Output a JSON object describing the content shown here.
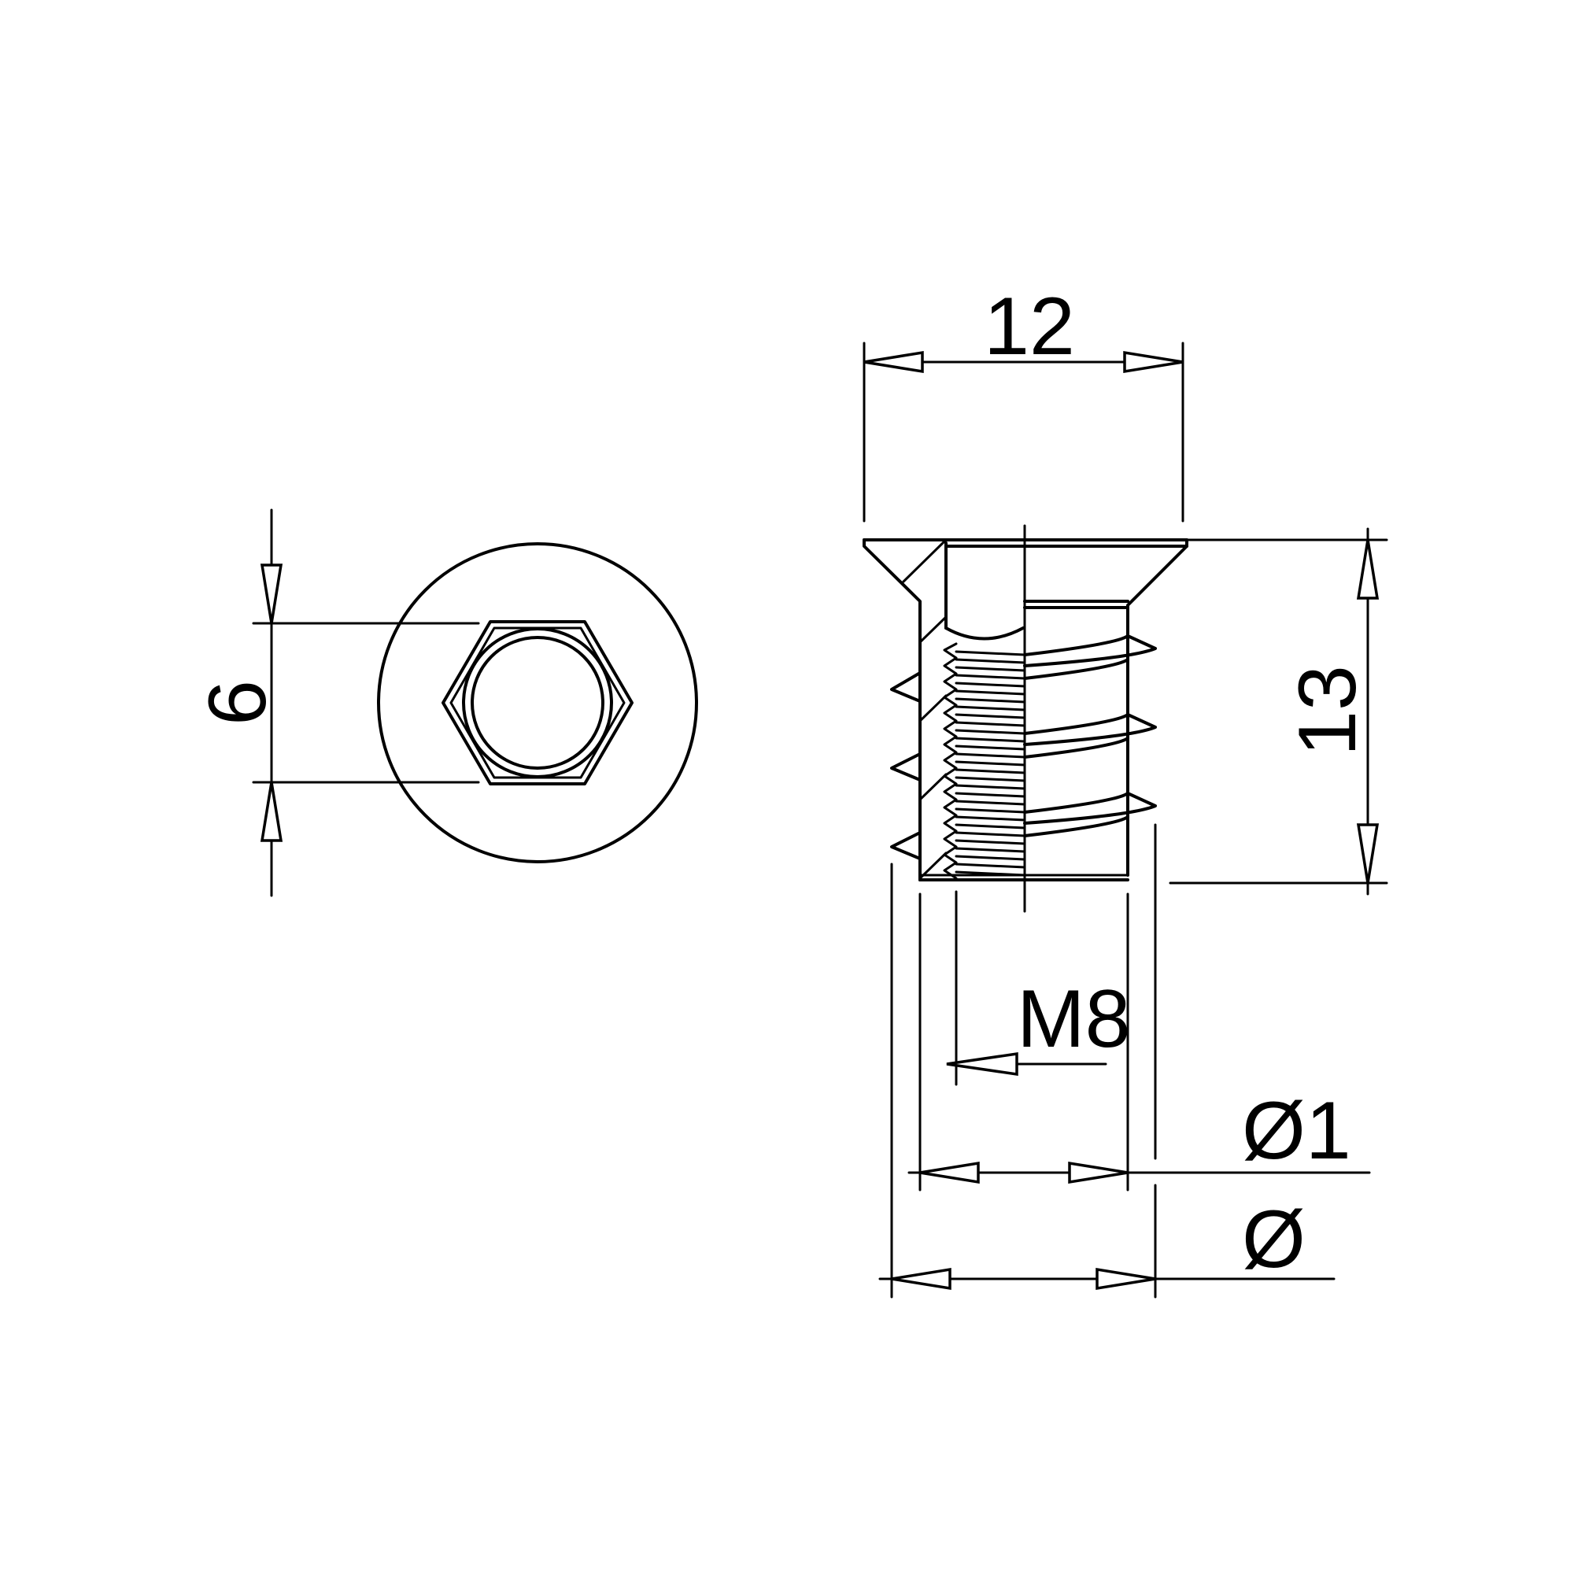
{
  "dimensions": {
    "hex_size": "6",
    "head_diameter": "12",
    "total_length": "13",
    "thread": "M8",
    "core_diameter": "Ø1",
    "outer_diameter": "Ø"
  },
  "colors": {
    "line": "#000000",
    "background": "#ffffff"
  }
}
